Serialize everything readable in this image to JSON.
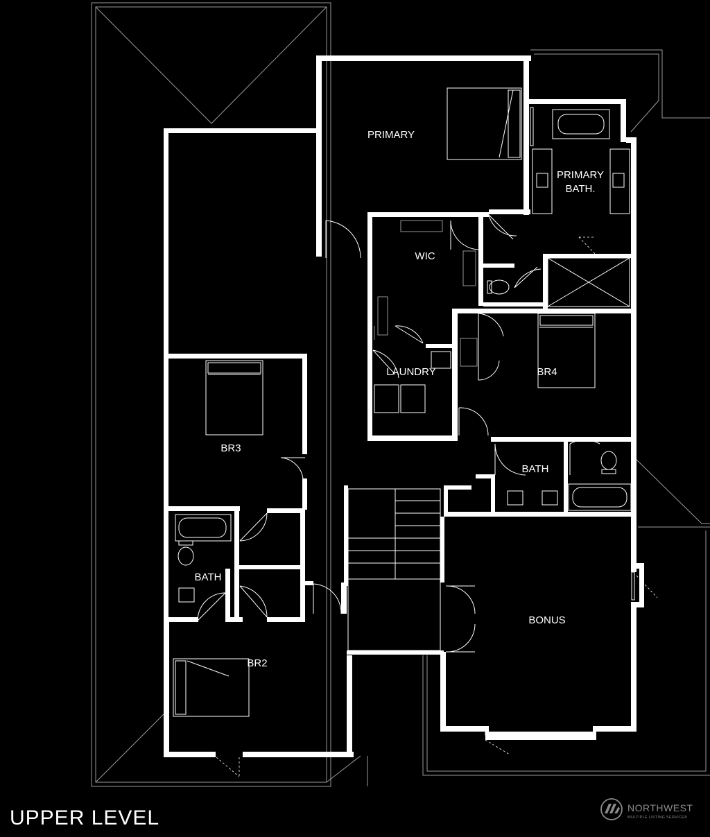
{
  "plan": {
    "title": "UPPER LEVEL",
    "rooms": {
      "primary": "PRIMARY",
      "primary_bath_line1": "PRIMARY",
      "primary_bath_line2": "BATH.",
      "wic": "WIC",
      "laundry": "LAUNDRY",
      "br4": "BR4",
      "br3": "BR3",
      "bath_upper": "BATH",
      "bath_lower": "BATH",
      "bonus": "BONUS",
      "br2": "BR2"
    }
  },
  "brand": {
    "name": "NORTHWEST",
    "tagline": "MULTIPLE LISTING SERVICE®",
    "icon": "nwmls-logo-icon"
  }
}
